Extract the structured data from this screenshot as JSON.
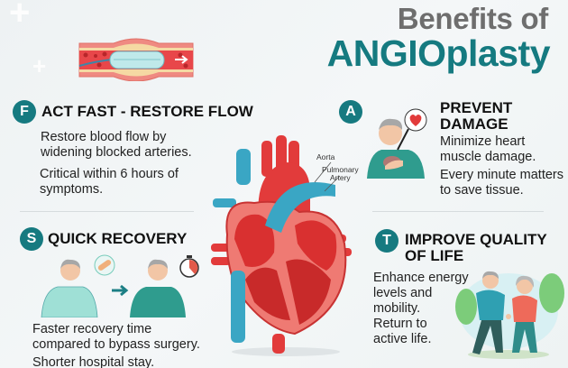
{
  "header": {
    "title_line1": "Benefits of",
    "title_line2": "ANGIOplasty"
  },
  "colors": {
    "accent_teal": "#167a80",
    "title_gray": "#6e6e6e",
    "heart_red": "#e23b3b",
    "vessel_blue": "#3aa6c4"
  },
  "heart_labels": {
    "aorta": "Aorta",
    "pulmonary_line1": "Pulmonary",
    "pulmonary_line2": "Artery"
  },
  "sections": [
    {
      "badge": "F",
      "heading": "ACT FAST - RESTORE FLOW",
      "paragraphs": [
        "Restore blood flow by widening blocked arteries.",
        "Critical within 6 hours of symptoms."
      ],
      "lines": [
        "Restore blood flow by",
        "widening blocked arteries.",
        "Critical within 6 hours of",
        "symptoms."
      ]
    },
    {
      "badge": "A",
      "heading_line1": "PREVENT",
      "heading_line2": "DAMAGE",
      "lines": [
        "Minimize heart",
        "muscle damage.",
        "Every minute matters",
        "to save tissue."
      ]
    },
    {
      "badge": "S",
      "heading": "QUICK RECOVERY",
      "lines": [
        "Faster recovery time",
        "compared to bypass surgery.",
        "Shorter hospital stay."
      ]
    },
    {
      "badge": "T",
      "heading_line1": "IMPROVE QUALITY",
      "heading_line2": "OF LIFE",
      "lines": [
        "Enhance energy",
        "levels and",
        "mobility.",
        "Return to",
        "active life."
      ]
    }
  ],
  "icons": [
    "balloon-angioplasty-artery-icon",
    "heart-anatomy-icon",
    "chest-pain-patient-icon",
    "bandage-icon",
    "stopwatch-icon",
    "arrow-right-icon",
    "walking-couple-icon"
  ]
}
